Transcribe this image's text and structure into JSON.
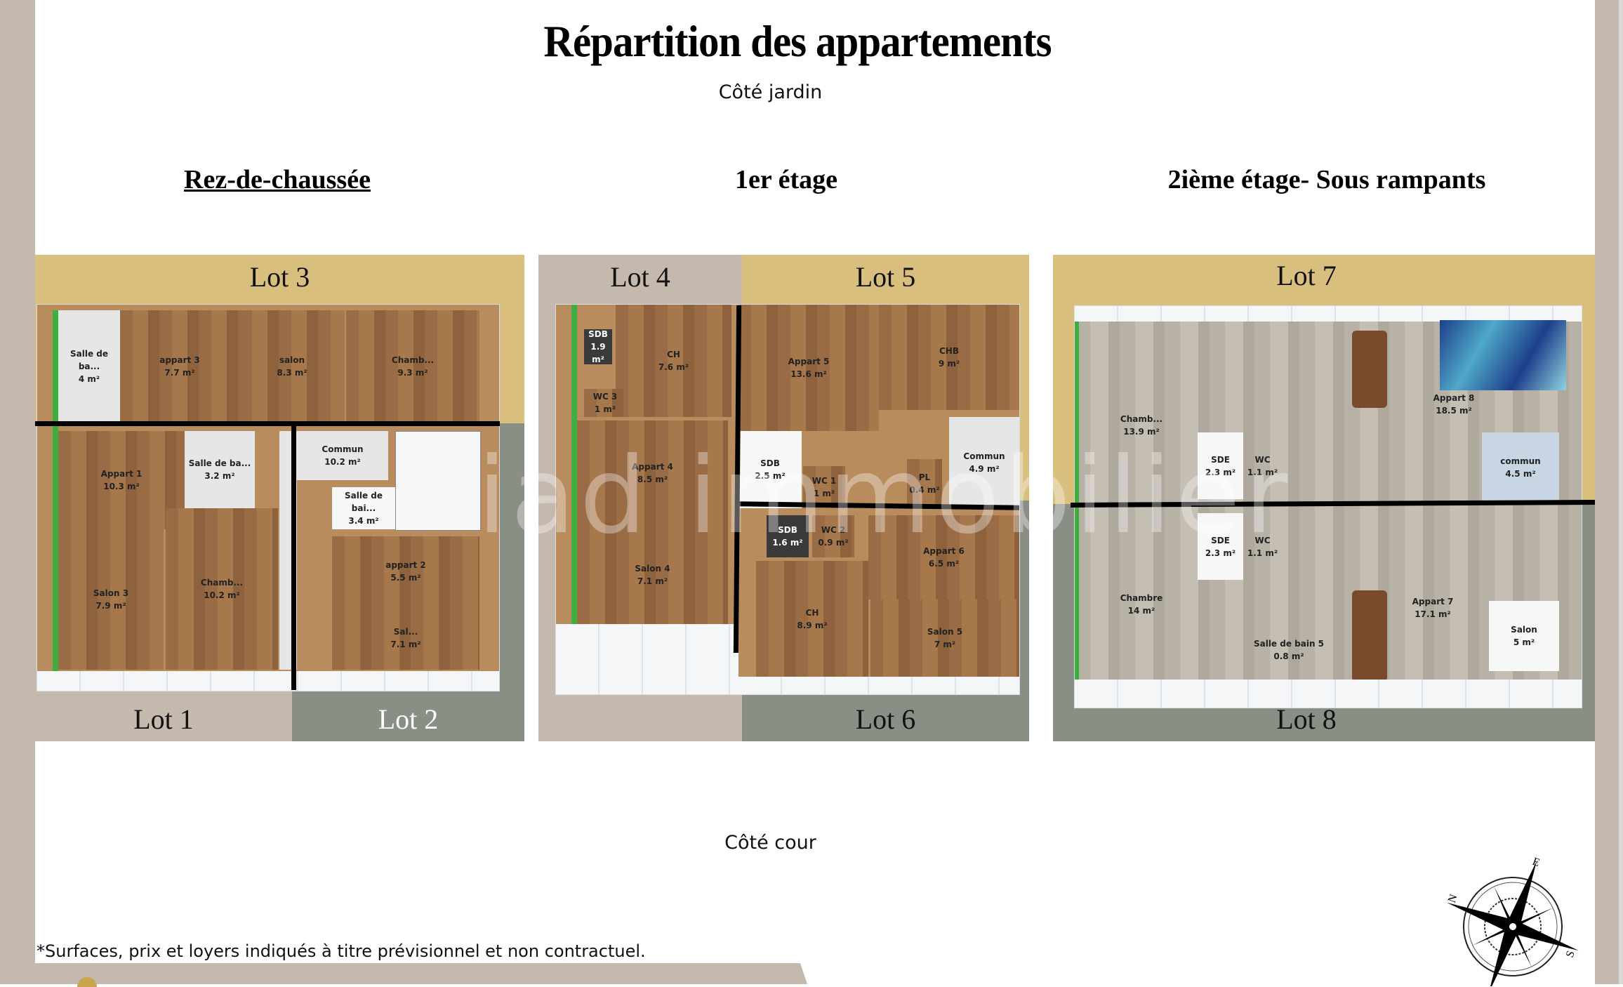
{
  "title": "Répartition des appartements",
  "sides": {
    "top": "Côté jardin",
    "bottom": "Côté cour"
  },
  "floors": [
    {
      "label": "Rez-de-chaussée",
      "underlined": true
    },
    {
      "label": "1er étage"
    },
    {
      "label": "2ième étage- Sous rampants"
    }
  ],
  "lots": {
    "lot1": "Lot 1",
    "lot2": "Lot 2",
    "lot3": "Lot 3",
    "lot4": "Lot 4",
    "lot5": "Lot 5",
    "lot6": "Lot 6",
    "lot7": "Lot 7",
    "lot8": "Lot 8"
  },
  "rooms": {
    "ground": {
      "lot3": [
        {
          "name": "Salle de ba...",
          "area": "4 m²"
        },
        {
          "name": "appart 3",
          "area": "7.7 m²"
        },
        {
          "name": "salon",
          "area": "8.3 m²"
        },
        {
          "name": "Chamb...",
          "area": "9.3 m²"
        }
      ],
      "lot1": [
        {
          "name": "Appart 1",
          "area": "10.3 m²"
        },
        {
          "name": "Salle de ba...",
          "area": "3.2 m²"
        },
        {
          "name": "Salon 3",
          "area": "7.9 m²"
        },
        {
          "name": "Chamb...",
          "area": "10.2 m²"
        }
      ],
      "lot2": [
        {
          "name": "Commun",
          "area": "10.2 m²"
        },
        {
          "name": "Salle de bai...",
          "area": "3.4 m²"
        },
        {
          "name": "appart 2",
          "area": "5.5 m²"
        },
        {
          "name": "Sal...",
          "area": "7.1 m²"
        }
      ]
    },
    "first": {
      "lot4": [
        {
          "name": "SDB",
          "area": "1.9 m²"
        },
        {
          "name": "CH",
          "area": "7.6 m²"
        },
        {
          "name": "WC 3",
          "area": "1 m²"
        },
        {
          "name": "Appart 4",
          "area": "8.5 m²"
        },
        {
          "name": "Salon 4",
          "area": "7.1 m²"
        }
      ],
      "lot5": [
        {
          "name": "Appart 5",
          "area": "13.6 m²"
        },
        {
          "name": "CHB",
          "area": "9 m²"
        },
        {
          "name": "SDB",
          "area": "2.5 m²"
        },
        {
          "name": "WC 1",
          "area": "1 m²"
        },
        {
          "name": "PL",
          "area": "0.4 m²"
        },
        {
          "name": "Commun",
          "area": "4.9 m²"
        }
      ],
      "lot6": [
        {
          "name": "SDB",
          "area": "1.6 m²"
        },
        {
          "name": "WC 2",
          "area": "0.9 m²"
        },
        {
          "name": "Appart 6",
          "area": "6.5 m²"
        },
        {
          "name": "CH",
          "area": "8.9 m²"
        },
        {
          "name": "Salon 5",
          "area": "7 m²"
        }
      ]
    },
    "second": {
      "lot7": [
        {
          "name": "Chamb...",
          "area": "13.9 m²"
        },
        {
          "name": "SDE",
          "area": "2.3 m²"
        },
        {
          "name": "WC",
          "area": "1.1 m²"
        },
        {
          "name": "Appart 8",
          "area": "18.5 m²"
        },
        {
          "name": "commun",
          "area": "4.5 m²"
        }
      ],
      "lot8": [
        {
          "name": "SDE",
          "area": "2.3 m²"
        },
        {
          "name": "WC",
          "area": "1.1 m²"
        },
        {
          "name": "Chambre",
          "area": "14 m²"
        },
        {
          "name": "Appart 7",
          "area": "17.1 m²"
        },
        {
          "name": "Salon",
          "area": "5 m²"
        },
        {
          "name": "Salle de bain 5",
          "area": "0.8 m²"
        }
      ]
    }
  },
  "compass": {
    "n": "N",
    "e": "E",
    "s": "S"
  },
  "watermark": "iad immobilier",
  "disclaimer": "*Surfaces, prix et loyers indiqués à titre prévisionnel et non contractuel.",
  "colors": {
    "gold": "#d8bf7e",
    "taupe": "#c5b9ad",
    "sage": "#8a8f86"
  }
}
